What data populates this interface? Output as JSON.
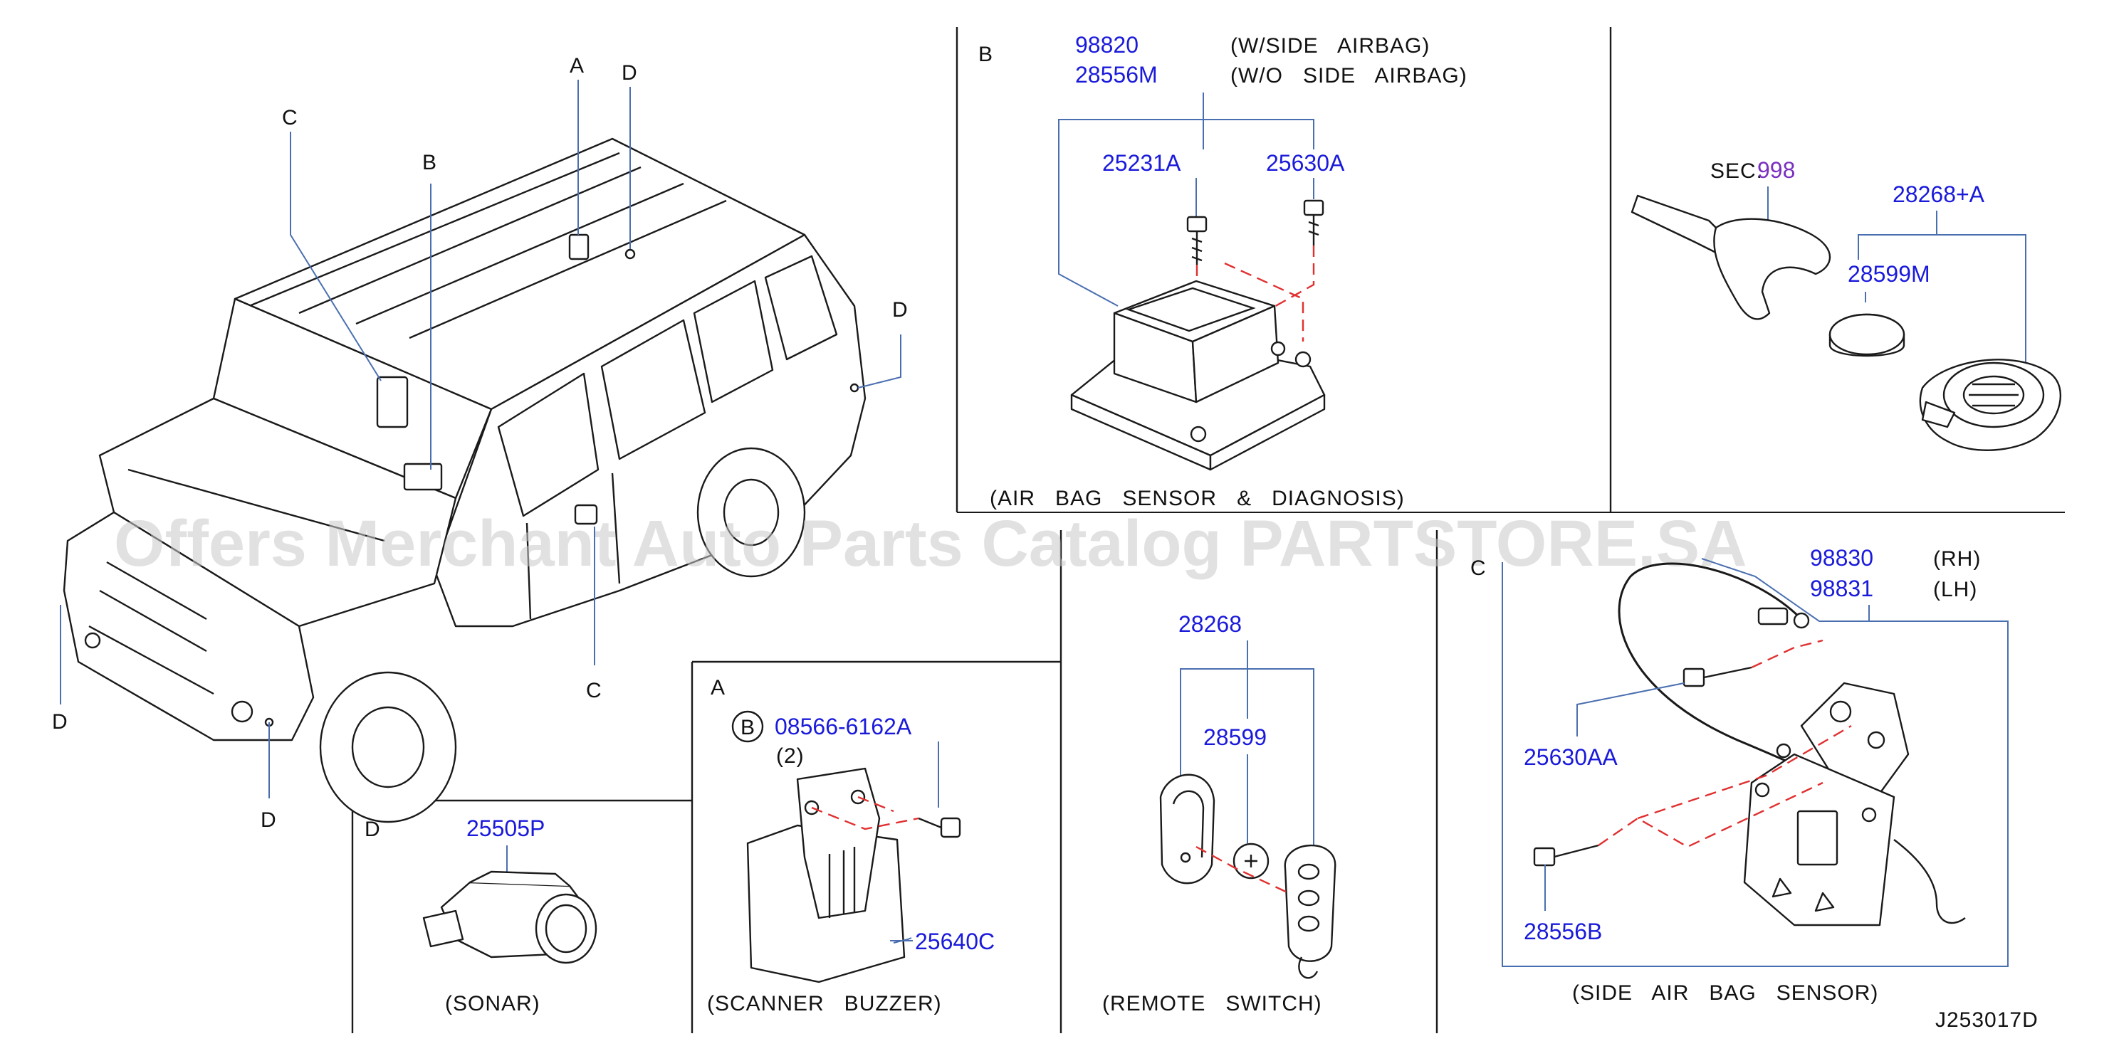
{
  "watermark": "Offers Merchant Auto Parts Catalog PARTSTORE.SA",
  "drawing_id": "J253017D",
  "vehicle_callouts": [
    "A",
    "D",
    "C",
    "B",
    "D",
    "D",
    "C",
    "D"
  ],
  "panel_b": {
    "letter": "B",
    "pn1": "98820",
    "note1": "(W/SIDE   AIRBAG)",
    "pn2": "28556M",
    "note2": "(W/O   SIDE   AIRBAG)",
    "bolt1": "25231A",
    "bolt2": "25630A",
    "caption": "(AIR   BAG   SENSOR   &   DIAGNOSIS)"
  },
  "panel_key": {
    "sec_label": "SEC.",
    "sec_no": "998",
    "pn_set": "28268+A",
    "pn_battery": "28599M"
  },
  "panel_c": {
    "letter": "C",
    "pn_rh": "98830",
    "rh": "(RH)",
    "pn_lh": "98831",
    "lh": "(LH)",
    "bolt_a": "25630AA",
    "bolt_b": "28556B",
    "caption": "(SIDE   AIR   BAG   SENSOR)"
  },
  "panel_remote": {
    "pn_set": "28268",
    "pn_battery": "28599",
    "caption": "(REMOTE   SWITCH)"
  },
  "panel_a": {
    "letter": "A",
    "circle_ref": "B",
    "bolt": "08566-6162A",
    "qty": "(2)",
    "pn": "25640C",
    "caption": "(SCANNER   BUZZER)"
  },
  "panel_d": {
    "letter": "D",
    "pn": "25505P",
    "caption": "(SONAR)"
  }
}
